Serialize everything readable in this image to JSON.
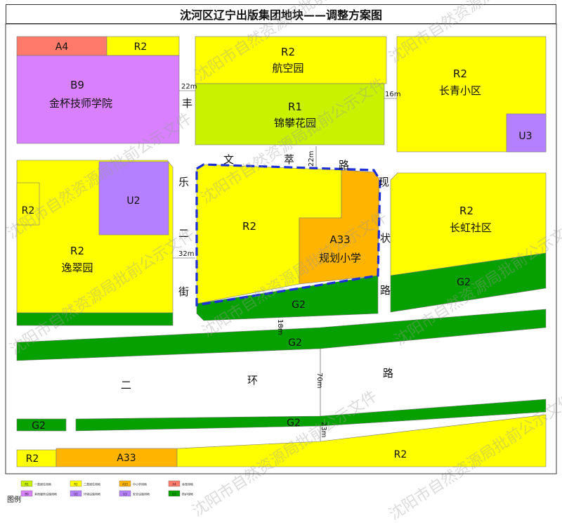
{
  "title": "沈河区辽宁出版集团地块——调整方案图",
  "colors": {
    "residential": "#ffff00",
    "public": "#ff9f00",
    "public_blocks": "#ffb400",
    "green": "#06a000",
    "utility": "#b580ff",
    "commercial_b9": "#d980ff",
    "a4": "#ff7a6a",
    "r1": "#c9f200",
    "boundary": "#1b2ed8",
    "road": "#ffffff"
  },
  "plots": {
    "a4": {
      "code": "A4"
    },
    "r2_topleft": {
      "code": "R2"
    },
    "b9": {
      "code": "B9",
      "name": "金杯技师学院"
    },
    "r2_hangkong": {
      "code": "R2",
      "name": "航空园"
    },
    "r1": {
      "code": "R1",
      "name": "锦攀花园"
    },
    "r2_changqing": {
      "code": "R2",
      "name": "长青小区"
    },
    "u3": {
      "code": "U3"
    },
    "r2_small_left": {
      "code": "R2"
    },
    "u2": {
      "code": "U2"
    },
    "r2_yicui": {
      "code": "R2",
      "name": "逸翠园"
    },
    "r2_site": {
      "code": "R2"
    },
    "a33_site": {
      "code": "A33",
      "name": "规划小学"
    },
    "g2_site": {
      "code": "G2"
    },
    "r2_changhong": {
      "code": "R2",
      "name": "长虹社区"
    },
    "g2_right": {
      "code": "G2"
    },
    "g2_band1": {
      "code": "G2"
    },
    "g2_band2_left": {
      "code": "G2"
    },
    "g2_band2": {
      "code": "G2"
    },
    "r2_bottom_left": {
      "code": "R2"
    },
    "a33_bottom": {
      "code": "A33"
    },
    "r2_bottom": {
      "code": "R2"
    }
  },
  "roads": {
    "wencui": [
      "文",
      "萃",
      "路"
    ],
    "feng_le": [
      "丰",
      "乐",
      "二",
      "街"
    ],
    "xianzhuang": [
      "现",
      "状",
      "路"
    ],
    "erhuan": [
      "二",
      "环",
      "路"
    ]
  },
  "road_widths": {
    "w22_left": "22m",
    "w16": "16m",
    "w22_top": "22m",
    "w32": "32m",
    "w18": "18m",
    "w70": "70m",
    "w23": "23m"
  },
  "watermark": "沈阳市自然资源局批前公示文件",
  "legend": {
    "heading": "图例",
    "items": [
      {
        "code": "R1",
        "color": "#c9f200",
        "text": "一类居住用地"
      },
      {
        "code": "R2",
        "color": "#ffff00",
        "text": "二类居住用地"
      },
      {
        "code": "A33",
        "color": "#ffb400",
        "text": "中小学用地"
      },
      {
        "code": "A4",
        "color": "#ff7a6a",
        "text": "体育用地"
      },
      {
        "code": "B9",
        "color": "#d980ff",
        "text": "其他服务设施用地"
      },
      {
        "code": "U2",
        "color": "#b580ff",
        "text": "环境设施用地"
      },
      {
        "code": "U3",
        "color": "#b580ff",
        "text": "安全设施用地"
      },
      {
        "code": "G2",
        "color": "#06a000",
        "text": "防护绿地"
      }
    ]
  }
}
